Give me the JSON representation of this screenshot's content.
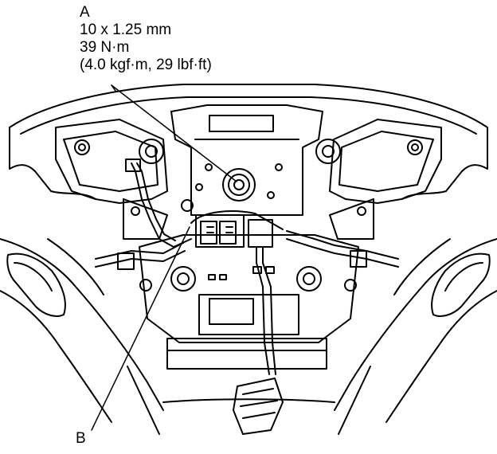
{
  "callouts": {
    "a": {
      "letter": "A",
      "bolt_size": "10 x 1.25 mm",
      "torque_nm": "39 N·m",
      "torque_alt": "(4.0 kgf·m, 29 lbf·ft)"
    },
    "b": {
      "letter": "B"
    }
  },
  "colors": {
    "ink": "#000000",
    "paper": "#ffffff"
  }
}
